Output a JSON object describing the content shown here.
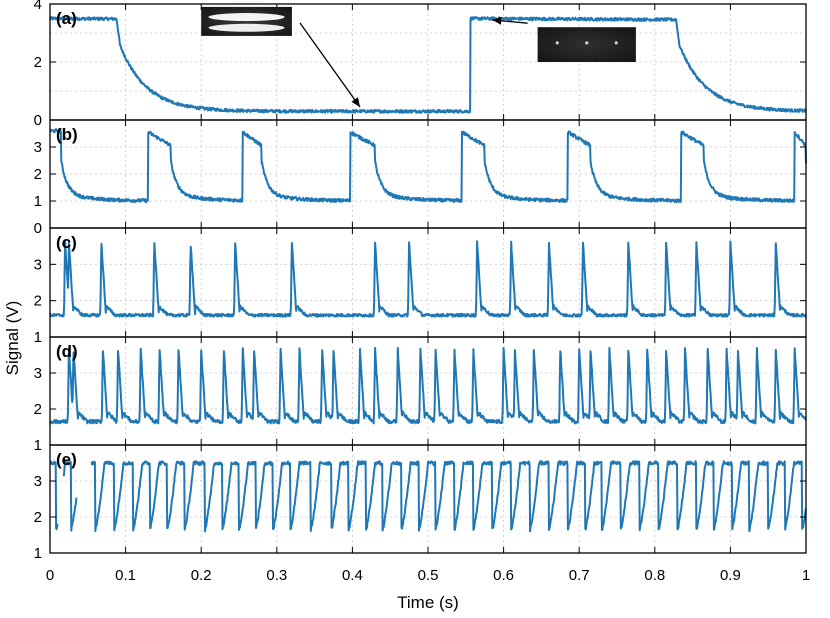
{
  "chart_data": {
    "type": "line",
    "xlabel": "Time (s)",
    "ylabel": "Signal (V)",
    "xlim": [
      0,
      1
    ],
    "x_ticks": [
      "0",
      "0.1",
      "0.2",
      "0.3",
      "0.4",
      "0.5",
      "0.6",
      "0.7",
      "0.8",
      "0.9",
      "1"
    ],
    "grid": true,
    "line_color": "#1f77b4",
    "panels": [
      {
        "label": "(a)",
        "ylim": [
          0,
          4
        ],
        "y_ticks": [
          "0",
          "2",
          "4"
        ],
        "high": 3.5,
        "low": 0.3,
        "noise": 0.05,
        "transitions": [
          [
            0.0,
            "high"
          ],
          [
            0.088,
            "low"
          ],
          [
            0.556,
            "high"
          ],
          [
            0.828,
            "low"
          ]
        ],
        "decay_time": 0.035,
        "insets": [
          {
            "name": "bright-photo",
            "x": [
              0.2,
              0.32
            ],
            "y": [
              2.9,
              3.9
            ],
            "arrow_to": [
              0.41,
              0.45
            ]
          },
          {
            "name": "dark-photo",
            "x": [
              0.645,
              0.775
            ],
            "y": [
              2.0,
              3.2
            ],
            "arrow_to": [
              0.585,
              3.45
            ]
          }
        ]
      },
      {
        "label": "(b)",
        "ylim": [
          0,
          4
        ],
        "y_ticks": [
          "0",
          "1",
          "2",
          "3"
        ],
        "high": 3.55,
        "low": 1.0,
        "noise": 0.06,
        "pulses": [
          [
            0.13,
            0.16
          ],
          [
            0.255,
            0.28
          ],
          [
            0.397,
            0.43
          ],
          [
            0.545,
            0.575
          ],
          [
            0.685,
            0.715
          ],
          [
            0.835,
            0.865
          ],
          [
            0.985,
            1.0
          ]
        ],
        "start": [
          0.0,
          0.015,
          3.6
        ],
        "decay_time": 0.008
      },
      {
        "label": "(c)",
        "ylim": [
          1,
          4
        ],
        "y_ticks": [
          "1",
          "2",
          "3"
        ],
        "high": 3.6,
        "low": 1.6,
        "noise": 0.04,
        "spikes": [
          0.02,
          0.025,
          0.068,
          0.138,
          0.186,
          0.245,
          0.32,
          0.43,
          0.475,
          0.565,
          0.61,
          0.66,
          0.705,
          0.765,
          0.815,
          0.855,
          0.9,
          0.96
        ],
        "spike_width": 0.006
      },
      {
        "label": "(d)",
        "ylim": [
          1,
          4
        ],
        "y_ticks": [
          "1",
          "2",
          "3"
        ],
        "high": 3.65,
        "low": 1.65,
        "noise": 0.05,
        "spikes": [
          0.025,
          0.031,
          0.07,
          0.09,
          0.12,
          0.145,
          0.17,
          0.2,
          0.23,
          0.255,
          0.27,
          0.305,
          0.33,
          0.36,
          0.375,
          0.41,
          0.43,
          0.46,
          0.49,
          0.51,
          0.535,
          0.56,
          0.6,
          0.615,
          0.64,
          0.675,
          0.7,
          0.715,
          0.74,
          0.765,
          0.79,
          0.815,
          0.84,
          0.87,
          0.895,
          0.91,
          0.935,
          0.96,
          0.985
        ],
        "spike_width": 0.006
      },
      {
        "label": "(e)",
        "ylim": [
          1,
          4
        ],
        "y_ticks": [
          "1",
          "2",
          "3",
          ""
        ],
        "high": 3.5,
        "low": 1.65,
        "noise": 0.05,
        "dips": [
          0.008,
          0.028,
          0.06,
          0.085,
          0.11,
          0.132,
          0.155,
          0.178,
          0.205,
          0.228,
          0.25,
          0.272,
          0.295,
          0.318,
          0.345,
          0.372,
          0.395,
          0.418,
          0.44,
          0.465,
          0.488,
          0.51,
          0.535,
          0.56,
          0.585,
          0.61,
          0.635,
          0.66,
          0.685,
          0.708,
          0.73,
          0.755,
          0.78,
          0.805,
          0.83,
          0.855,
          0.878,
          0.902,
          0.925,
          0.95,
          0.972,
          0.995
        ],
        "dip_width": 0.012
      }
    ]
  }
}
